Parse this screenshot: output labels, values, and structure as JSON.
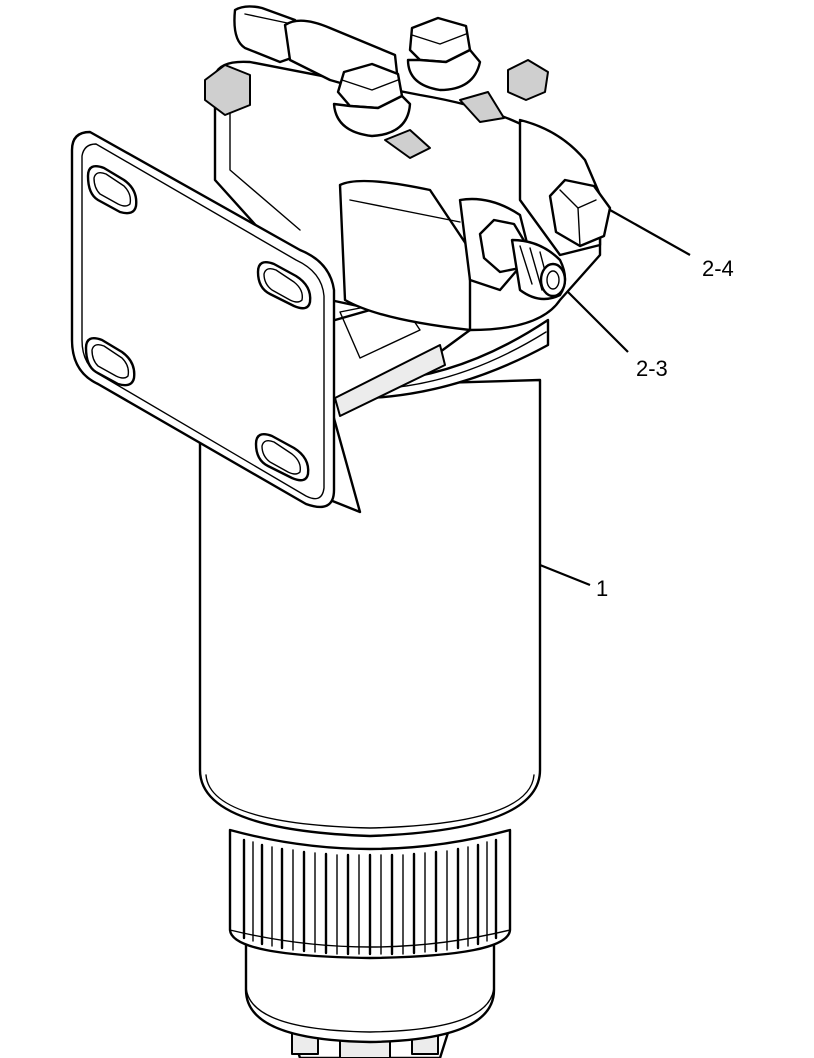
{
  "diagram": {
    "callouts": [
      {
        "id": "c1",
        "label": "1"
      },
      {
        "id": "c2",
        "label": "2-3"
      },
      {
        "id": "c3",
        "label": "2-4"
      }
    ]
  },
  "colors": {
    "line": "#000000",
    "background": "#ffffff"
  }
}
